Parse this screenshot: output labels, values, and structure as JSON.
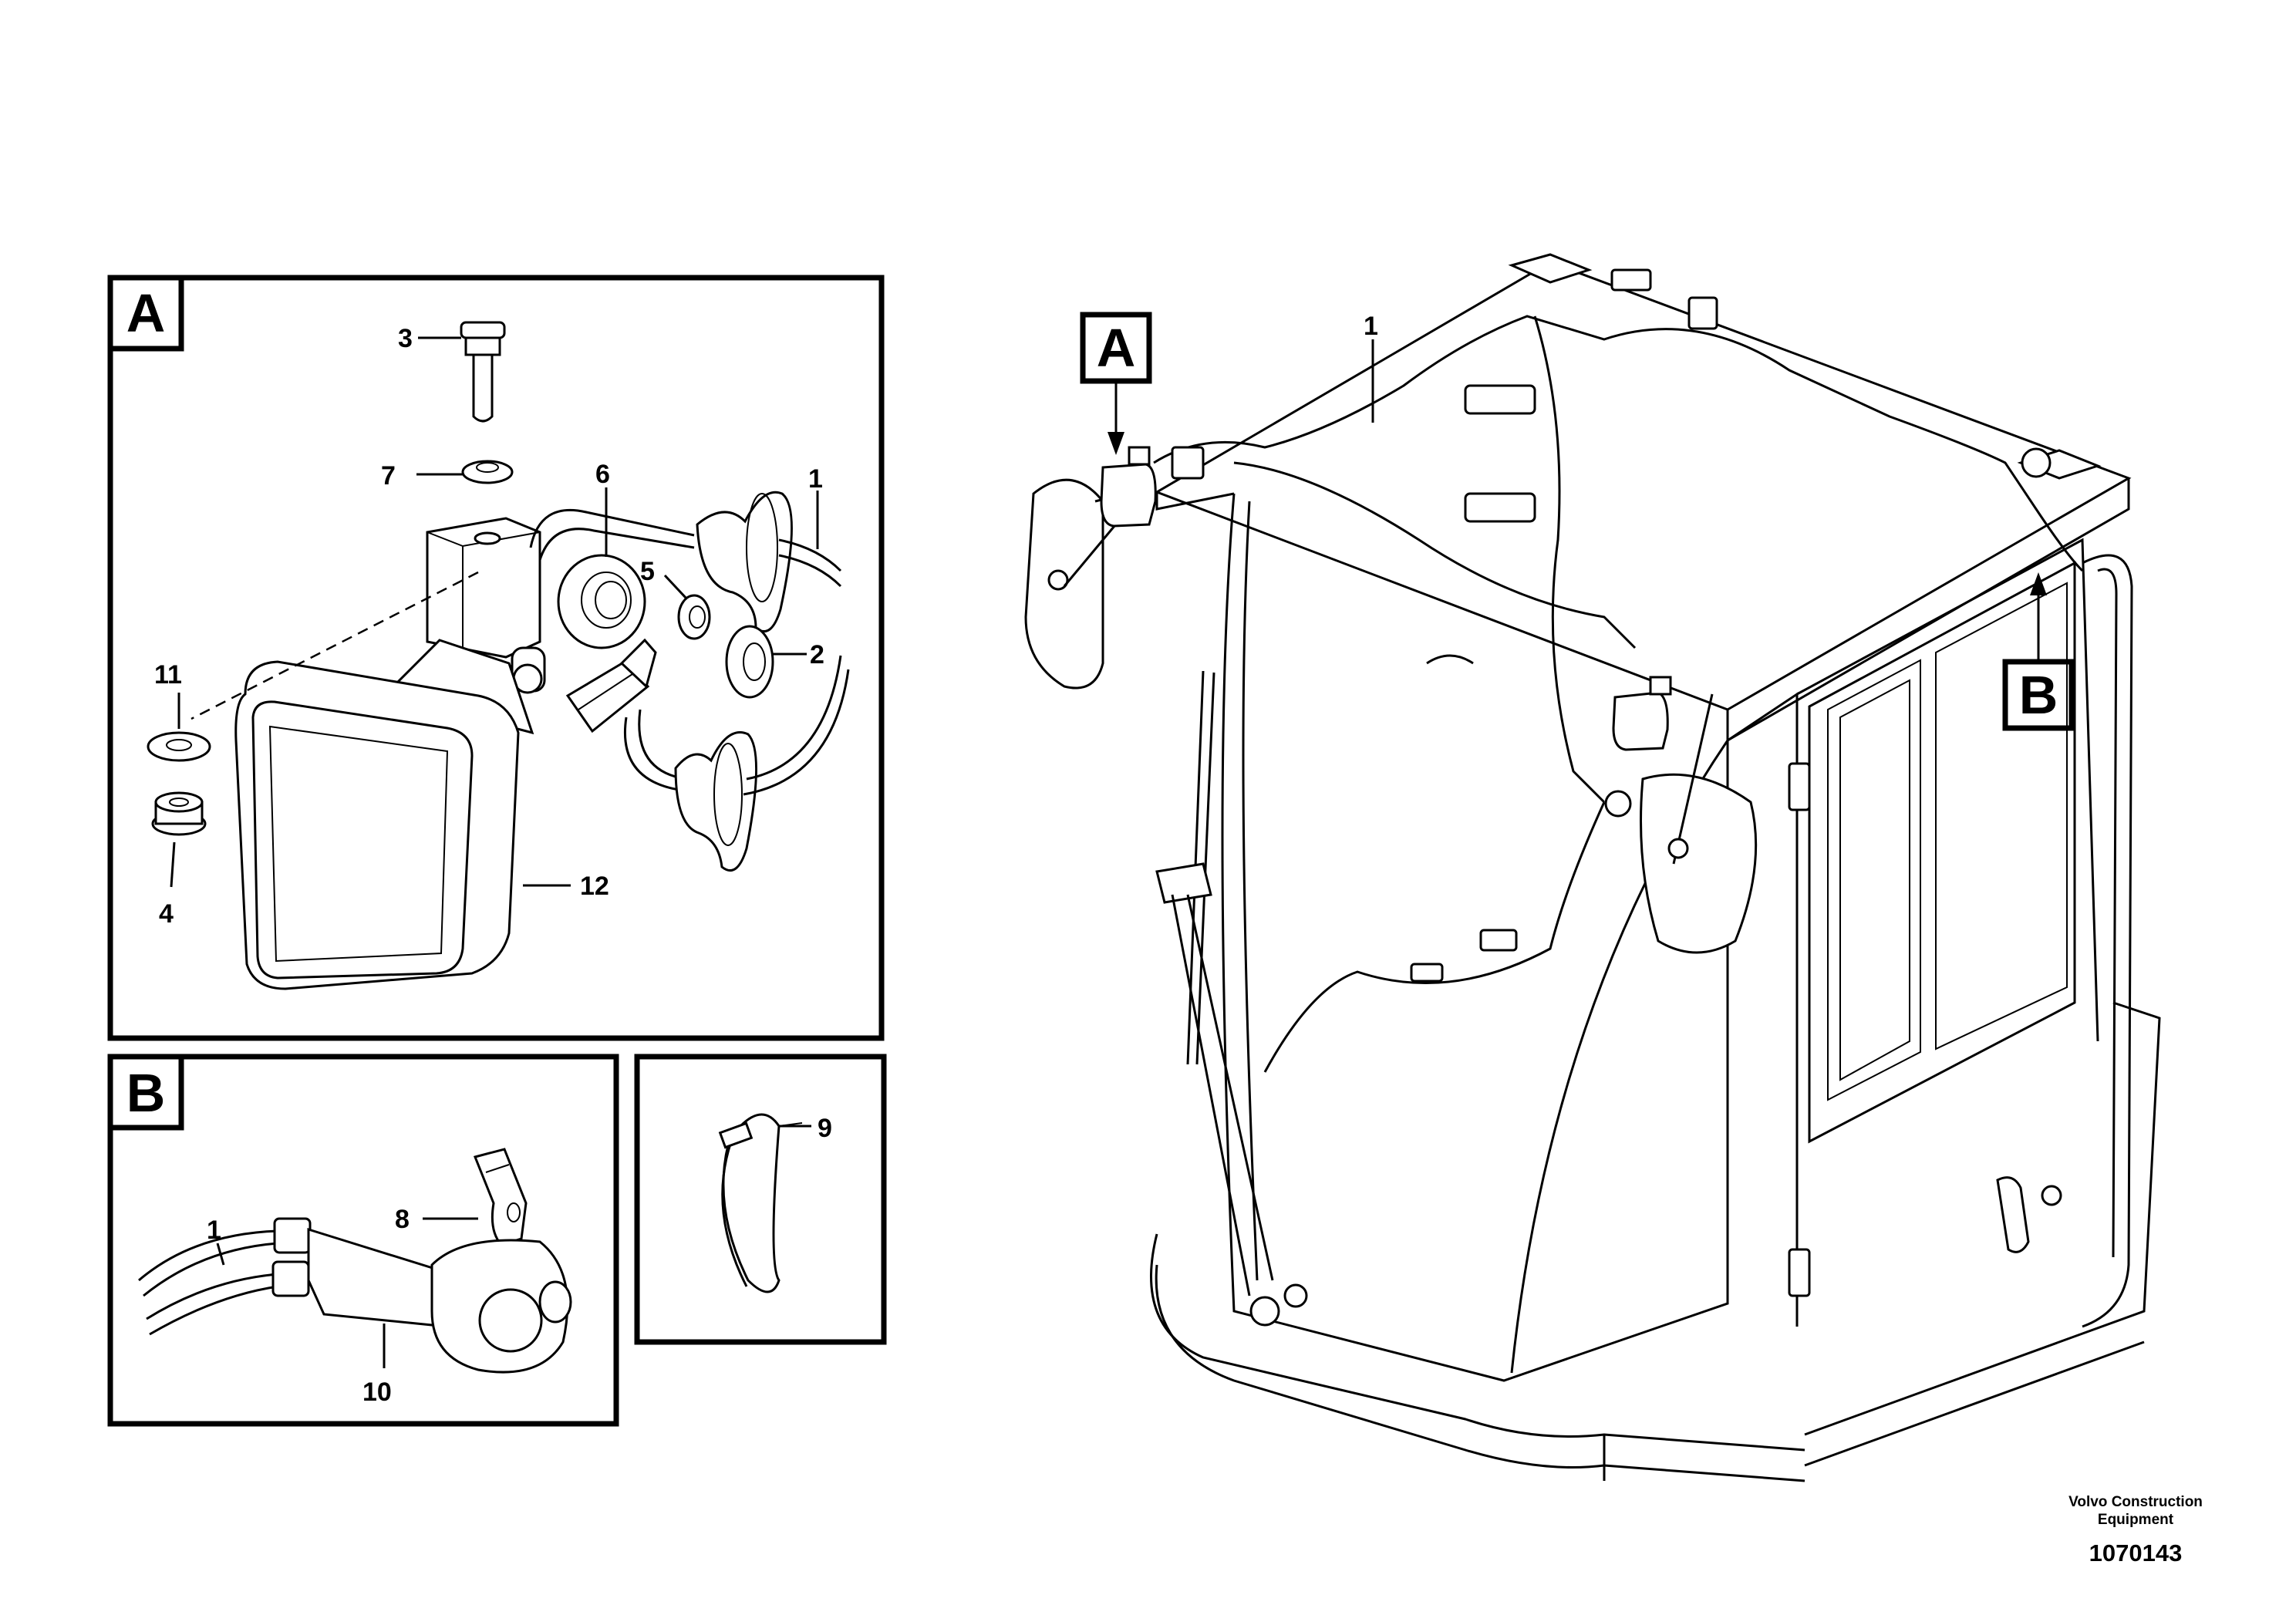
{
  "panels": {
    "a": {
      "tag": "A",
      "callouts": {
        "c1": "1",
        "c2": "2",
        "c3": "3",
        "c4": "4",
        "c5": "5",
        "c6": "6",
        "c7": "7",
        "c11": "11",
        "c12": "12"
      }
    },
    "b": {
      "tag": "B",
      "callouts": {
        "c1": "1",
        "c8": "8",
        "c10": "10"
      }
    },
    "c": {
      "callouts": {
        "c9": "9"
      }
    }
  },
  "overview": {
    "tag_a": "A",
    "tag_b": "B",
    "callout_1": "1"
  },
  "footer": {
    "org_line1": "Volvo Construction",
    "org_line2": "Equipment",
    "drawing_number": "1070143"
  }
}
